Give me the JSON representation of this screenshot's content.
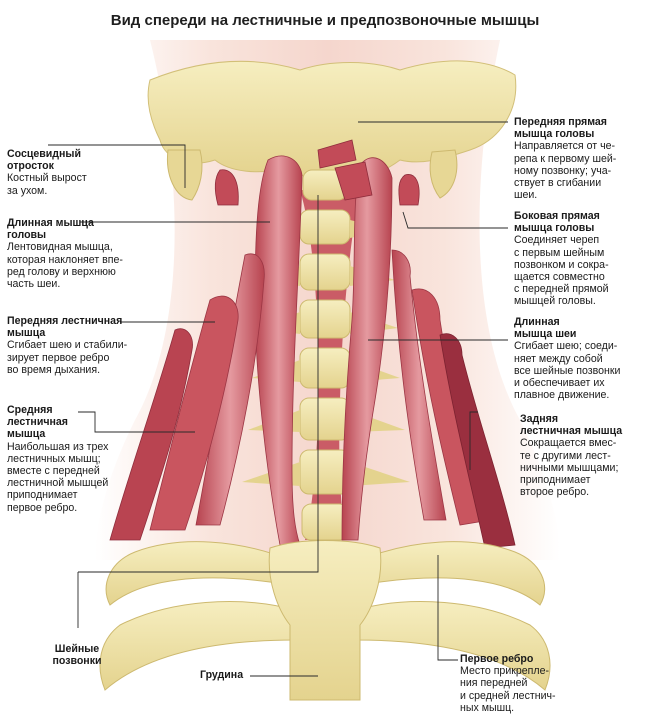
{
  "title": "Вид спереди на лестничные и предпозвоночные мышцы",
  "colors": {
    "bone": "#eee3a6",
    "bone_shade": "#d9c77f",
    "muscle": "#c9555f",
    "muscle_light": "#e59aa0",
    "muscle_dark": "#8f2d3c",
    "skin": "#f7dcd4",
    "line": "#2a2a2a"
  },
  "labels": {
    "mastoid": {
      "heading": "Сосцевидный\nотросток",
      "desc": "Костный вырост\nза ухом."
    },
    "longus_capitis": {
      "heading": "Длинная мышца\nголовы",
      "desc": "Лентовидная мышца,\nкоторая наклоняет впе-\nред голову и верхнюю\nчасть шеи."
    },
    "anterior_scalene": {
      "heading": "Передняя лестничная\nмышца",
      "desc": "Сгибает шею и стабили-\nзирует первое ребро\nво время дыхания."
    },
    "middle_scalene": {
      "heading": "Средняя\nлестничная\nмышца",
      "desc": "Наибольшая из трех\nлестничных мышц;\nвместе с передней\nлестничной мышцей\nприподнимает\nпервое ребро."
    },
    "rectus_capitis_anterior": {
      "heading": "Передняя прямая\nмышца головы",
      "desc": "Направляется от че-\nрепа к первому шей-\nному позвонку; уча-\nствует в сгибании\nшеи."
    },
    "rectus_capitis_lateralis": {
      "heading": "Боковая прямая\nмышца головы",
      "desc": "Соединяет череп\nс первым шейным\nпозвонком и сокра-\nщается совместно\nс передней прямой\nмышцей головы."
    },
    "longus_colli": {
      "heading": "Длинная\nмышца шеи",
      "desc": "Сгибает шею; соеди-\nняет между собой\nвсе шейные позвонки\nи обеспечивает их\nплавное движение."
    },
    "posterior_scalene": {
      "heading": "Задняя\nлестничная мышца",
      "desc": "Сокращается вмес-\nте с другими лест-\nничными мышцами;\nприподнимает\nвторое ребро."
    },
    "cervical_vertebrae": {
      "heading": "Шейные\nпозвонки",
      "desc": ""
    },
    "sternum": {
      "heading": "Грудина",
      "desc": ""
    },
    "first_rib": {
      "heading": "Первое ребро",
      "desc": "Место прикрепле-\nния передней\nи средней лестнич-\nных мышц."
    }
  }
}
